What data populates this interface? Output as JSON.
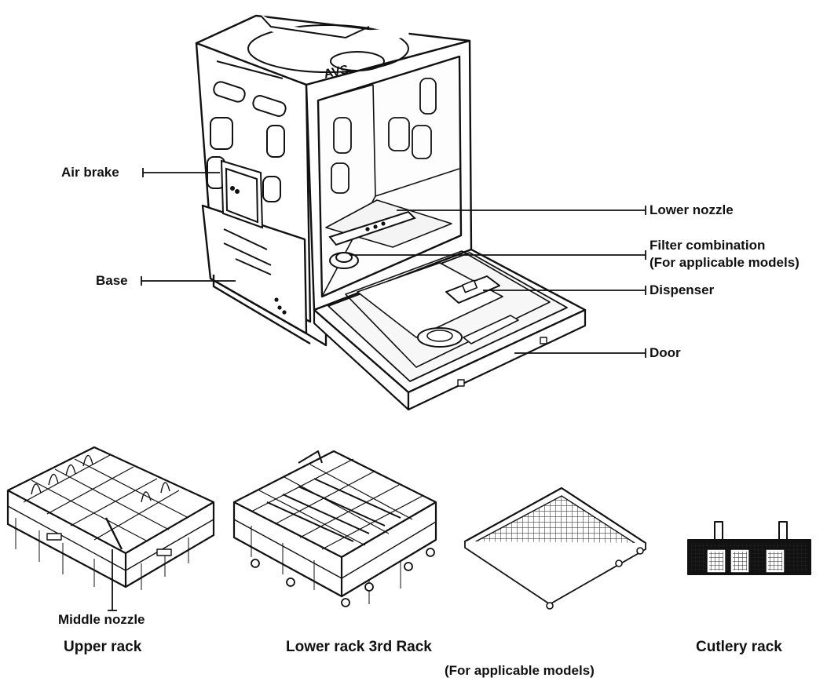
{
  "colors": {
    "ink": "#111111",
    "paper": "#ffffff",
    "shade": "#e9e9e9",
    "mesh": "#333333"
  },
  "labels": {
    "air_brake": "Air brake",
    "base": "Base",
    "lower_nozzle": "Lower nozzle",
    "filter_combination": "Filter combination",
    "filter_note": "(For applicable models)",
    "dispenser": "Dispenser",
    "door": "Door",
    "middle_nozzle": "Middle nozzle"
  },
  "captions": {
    "upper_rack": "Upper rack",
    "lower_rack_3rd_rack": "Lower rack 3rd Rack",
    "third_rack_note": "(For applicable models)",
    "cutlery_rack": "Cutlery rack"
  }
}
